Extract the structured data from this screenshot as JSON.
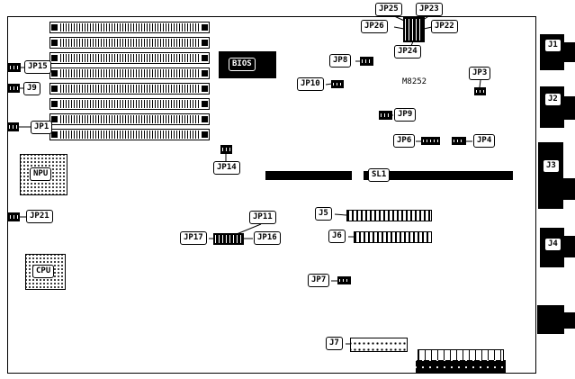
{
  "labels": {
    "jp25": "JP25",
    "jp23": "JP23",
    "jp26": "JP26",
    "jp22": "JP22",
    "jp24": "JP24",
    "jp8": "JP8",
    "jp10": "JP10",
    "jp3": "JP3",
    "jp9": "JP9",
    "jp6": "JP6",
    "jp4": "JP4",
    "jp14": "JP14",
    "jp15": "JP15",
    "j9": "J9",
    "jp1": "JP1",
    "jp21": "JP21",
    "jp11": "JP11",
    "jp17": "JP17",
    "jp16": "JP16",
    "jp7": "JP7",
    "j5": "J5",
    "j6": "J6",
    "j7": "J7",
    "sl1": "SL1",
    "j1": "J1",
    "j2": "J2",
    "j3": "J3",
    "j4": "J4",
    "bios": "BIOS",
    "npu": "NPU",
    "cpu": "CPU",
    "m8252": "M8252"
  },
  "memory_slots": {
    "count": 8
  }
}
